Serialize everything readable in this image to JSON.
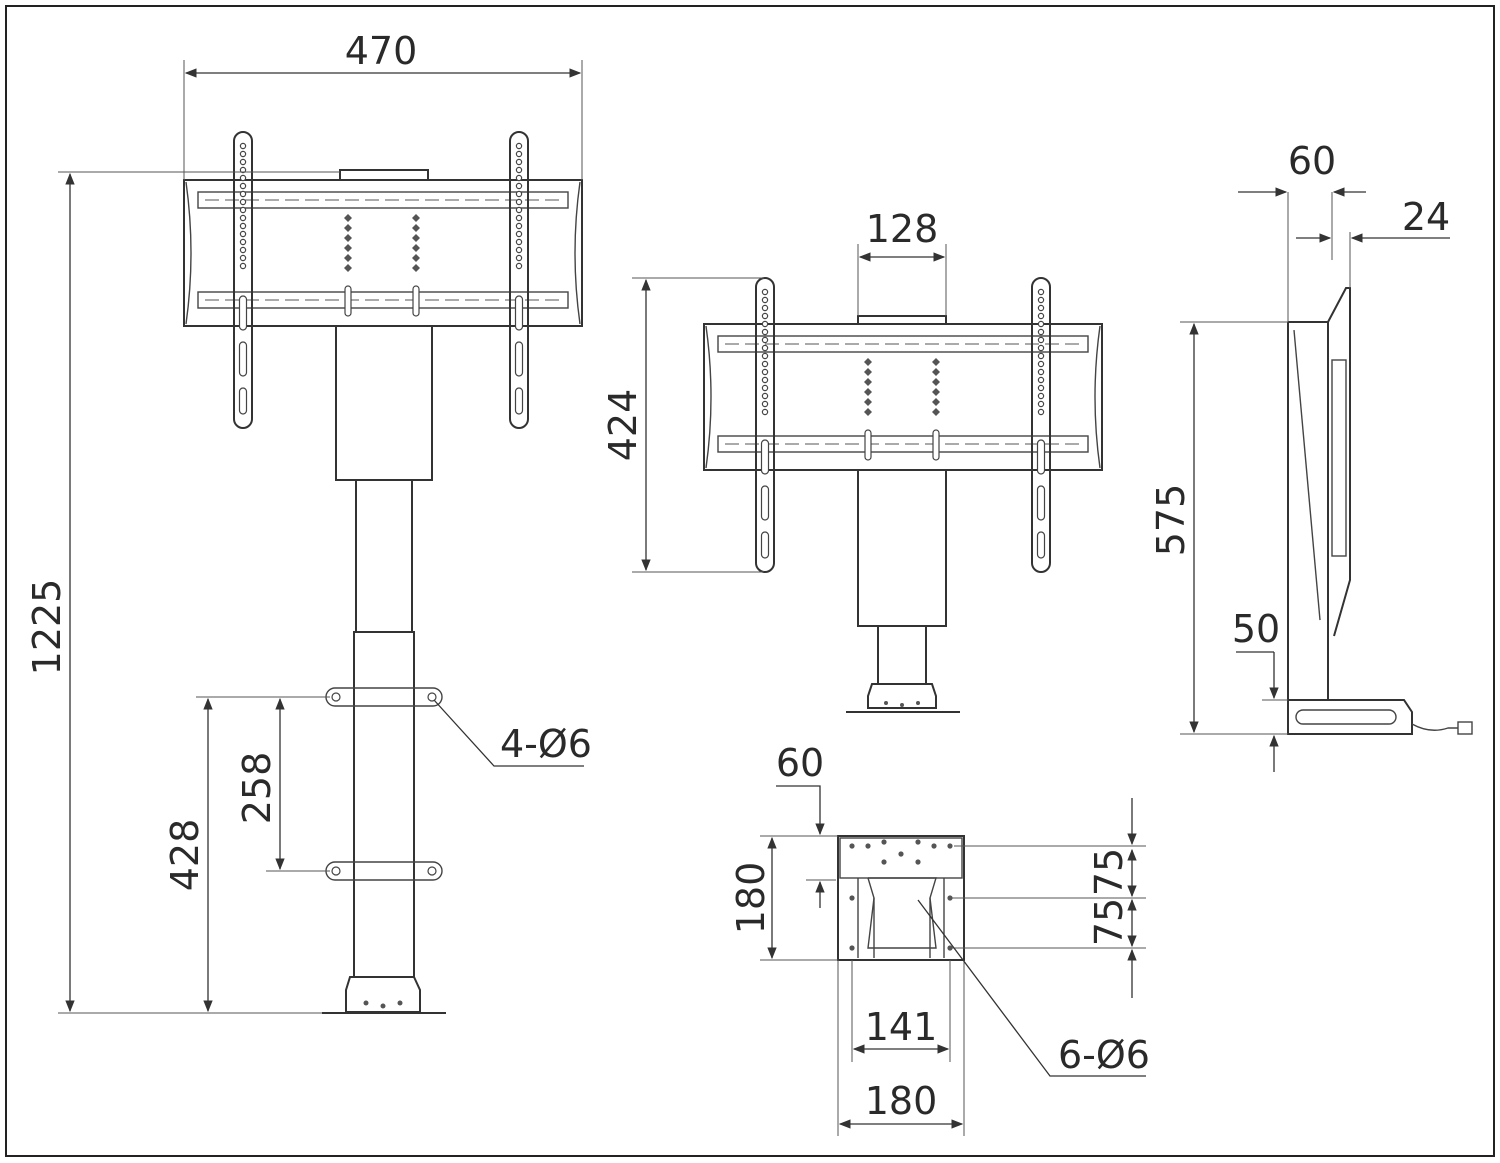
{
  "front_view": {
    "width": "470",
    "total_height": "1225",
    "lower_bracket_height": "428",
    "bracket_spacing": "258",
    "bracket_holes": "4-Ø6"
  },
  "middle_view": {
    "column_width": "128",
    "bracket_height": "424"
  },
  "side_view": {
    "column_depth": "60",
    "mount_offset": "24",
    "height": "575",
    "base_height": "50"
  },
  "base_plate_view": {
    "top_offset": "60",
    "depth": "180",
    "hole_spacing_a": "75",
    "hole_spacing_b": "75",
    "inner_width": "141",
    "width": "180",
    "base_holes": "6-Ø6"
  }
}
